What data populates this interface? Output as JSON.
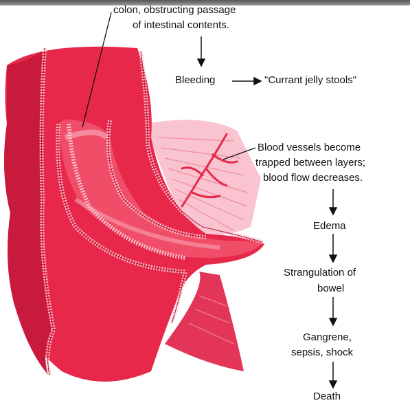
{
  "top_note": {
    "line1": "colon, obstructing passage",
    "line2": "of intestinal contents."
  },
  "bleeding": "Bleeding",
  "currant": "\"Currant jelly stools\"",
  "vessels": {
    "line1": "Blood vessels become",
    "line2": "trapped between layers;",
    "line3": "blood flow decreases."
  },
  "edema": "Edema",
  "strangulation": {
    "line1": "Strangulation of",
    "line2": "bowel"
  },
  "gangrene": {
    "line1": "Gangrene,",
    "line2": "sepsis, shock"
  },
  "death": "Death",
  "colors": {
    "bowel_outer": "#e8284a",
    "bowel_inner": "#f04d68",
    "bowel_dark": "#c4183a",
    "mesentery": "#f9b3c2",
    "vessel": "#e8284a",
    "wall_outline": "#f7c4cf"
  }
}
